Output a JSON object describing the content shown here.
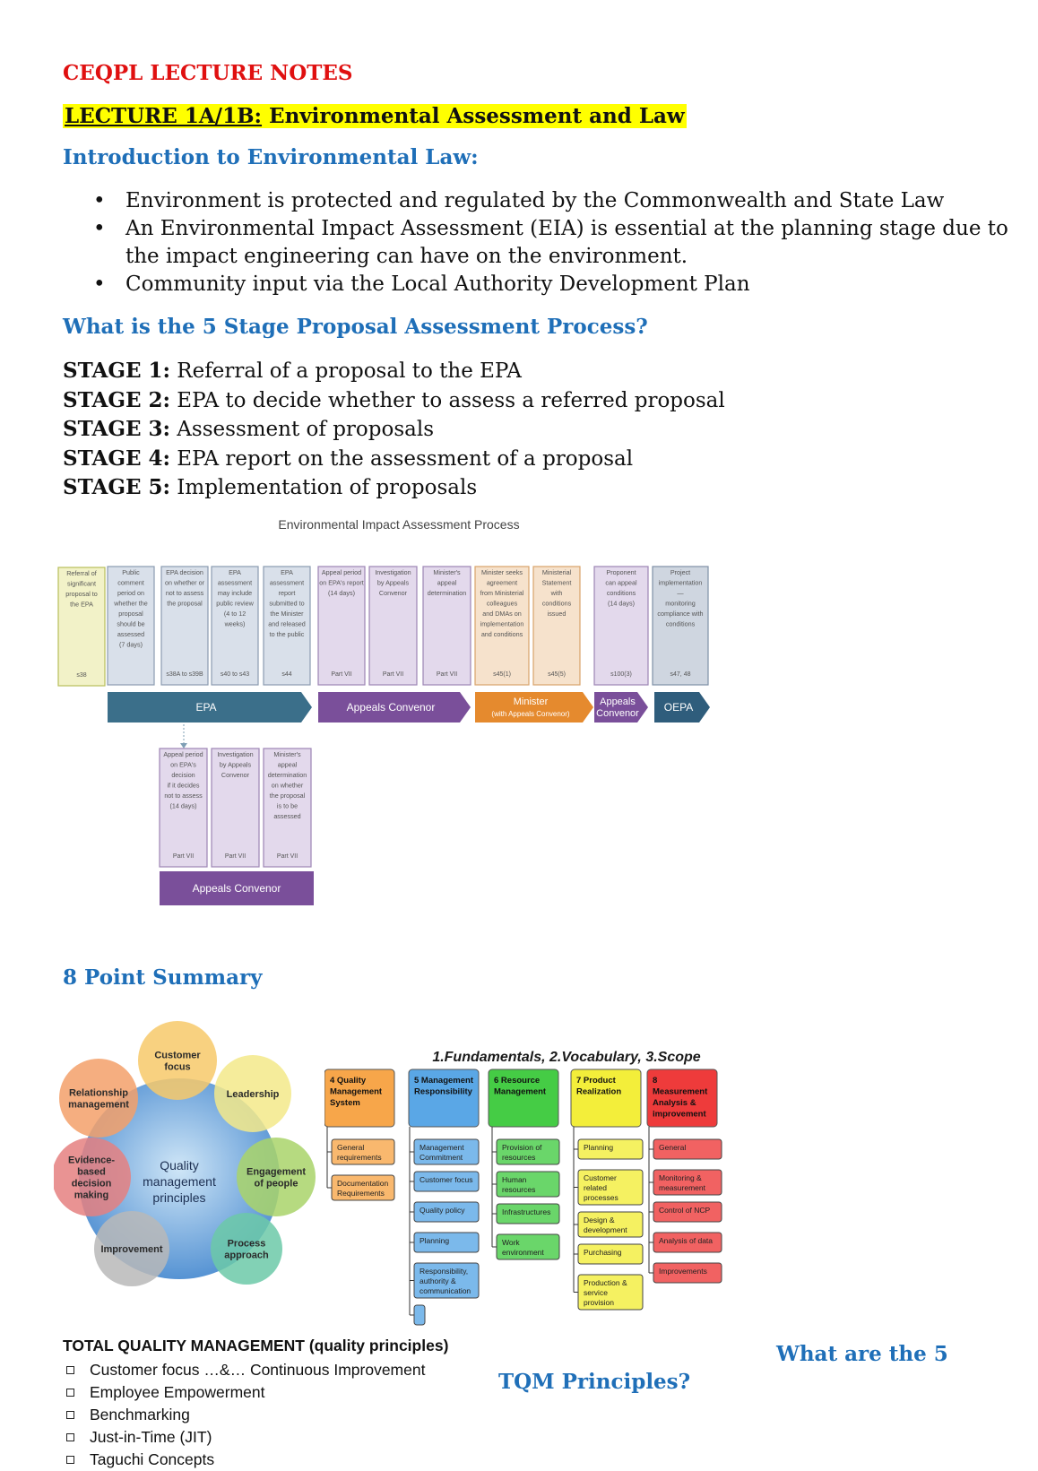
{
  "header": {
    "doc_title": "CEQPL LECTURE NOTES",
    "lecture_label": "LECTURE 1A/1B:",
    "lecture_title": " Environmental Assessment and Law"
  },
  "intro": {
    "heading": "Introduction to Environmental Law:",
    "bullets": [
      "Environment is protected and regulated by the Commonwealth and State Law",
      "An Environmental Impact Assessment (EIA) is essential at the planning stage due to the impact engineering can have on the environment.",
      "Community input via the Local Authority Development Plan"
    ],
    "bullet_glyph": "•"
  },
  "stages": {
    "heading": "What is the 5 Stage Proposal Assessment Process?",
    "items": [
      {
        "label": "STAGE 1:",
        "text": " Referral of a proposal to the EPA"
      },
      {
        "label": "STAGE 2:",
        "text": " EPA to decide whether to assess a referred proposal"
      },
      {
        "label": "STAGE 3:",
        "text": " Assessment of proposals"
      },
      {
        "label": "STAGE 4:",
        "text": " EPA report on the assessment of a proposal"
      },
      {
        "label": "STAGE 5:",
        "text": " Implementation of proposals"
      }
    ]
  },
  "eia_diagram": {
    "title": "Environmental Impact Assessment Process",
    "boxes": [
      {
        "text": [
          "Referral of",
          "significant",
          "proposal to",
          "the EPA"
        ],
        "foot": "s38",
        "fill": "#f2f2c8",
        "stroke": "#b8bf5a"
      },
      {
        "text": [
          "Public",
          "comment",
          "period on",
          "whether the",
          "proposal",
          "should be",
          "assessed",
          "(7 days)"
        ],
        "foot": "",
        "fill": "#d9e0ea",
        "stroke": "#8a9bb0"
      },
      {
        "text": [
          "EPA decision",
          "on whether or",
          "not to assess",
          "the proposal"
        ],
        "foot": "s38A to s39B",
        "fill": "#d9e0ea",
        "stroke": "#8a9bb0"
      },
      {
        "text": [
          "EPA",
          "assessment",
          "may include",
          "public review",
          "(4 to 12",
          "weeks)"
        ],
        "foot": "s40 to s43",
        "fill": "#d9e0ea",
        "stroke": "#8a9bb0"
      },
      {
        "text": [
          "EPA",
          "assessment",
          "report",
          "submitted to",
          "the Minister",
          "and released",
          "to the public"
        ],
        "foot": "s44",
        "fill": "#d9e0ea",
        "stroke": "#8a9bb0"
      },
      {
        "text": [
          "Appeal period",
          "on EPA's report",
          "(14 days)"
        ],
        "foot": "Part VII",
        "fill": "#e3d9ec",
        "stroke": "#9c84b4"
      },
      {
        "text": [
          "Investigation",
          "by Appeals",
          "Convenor"
        ],
        "foot": "Part VII",
        "fill": "#e3d9ec",
        "stroke": "#9c84b4"
      },
      {
        "text": [
          "Minister's",
          "appeal",
          "determination"
        ],
        "foot": "Part VII",
        "fill": "#e3d9ec",
        "stroke": "#9c84b4"
      },
      {
        "text": [
          "Minister seeks",
          "agreement",
          "from Ministerial",
          "colleagues",
          "and DMAs on",
          "implementation",
          "and conditions"
        ],
        "foot": "s45(1)",
        "fill": "#f6e2cc",
        "stroke": "#d9a36a"
      },
      {
        "text": [
          "Ministerial",
          "Statement",
          "with",
          "conditions",
          "issued"
        ],
        "foot": "s45(5)",
        "fill": "#f6e2cc",
        "stroke": "#d9a36a"
      },
      {
        "text": [
          "Proponent",
          "can appeal",
          "conditions",
          "(14 days)"
        ],
        "foot": "s100(3)",
        "fill": "#e3d9ec",
        "stroke": "#9c84b4"
      },
      {
        "text": [
          "Project",
          "implementation",
          "—",
          "monitoring",
          "compliance with",
          "conditions"
        ],
        "foot": "s47, 48",
        "fill": "#cfd6e0",
        "stroke": "#7f8fa6"
      }
    ],
    "arrows": [
      {
        "label": "EPA",
        "sub": "",
        "fill": "#3b6f8a"
      },
      {
        "label": "Appeals Convenor",
        "sub": "",
        "fill": "#7a4f9a"
      },
      {
        "label": "Minister",
        "sub": "(with Appeals Convenor)",
        "fill": "#e58a2e"
      },
      {
        "label": "Appeals",
        "sub": "Convenor",
        "fill": "#7a4f9a"
      },
      {
        "label": "OEPA",
        "sub": "",
        "fill": "#2f5d7c"
      }
    ],
    "lower_boxes": [
      {
        "text": [
          "Appeal period",
          "on EPA's",
          "decision",
          "if it decides",
          "not to assess",
          "(14 days)"
        ],
        "foot": "Part VII"
      },
      {
        "text": [
          "Investigation",
          "by Appeals",
          "Convenor"
        ],
        "foot": "Part VII"
      },
      {
        "text": [
          "Minister's",
          "appeal",
          "determination",
          "on whether",
          "the proposal",
          "is to be",
          "assessed"
        ],
        "foot": "Part VII"
      }
    ],
    "lower_bar": {
      "label": "Appeals Convenor",
      "fill": "#7a4f9a"
    }
  },
  "summary": {
    "heading": "8 Point Summary"
  },
  "qm_principles": {
    "center": [
      "Quality",
      "management",
      "principles"
    ],
    "petals": [
      {
        "label": [
          "Customer",
          "focus"
        ],
        "color": "#f7c96a"
      },
      {
        "label": [
          "Leadership"
        ],
        "color": "#f3e98a"
      },
      {
        "label": [
          "Engagement",
          "of people"
        ],
        "color": "#a9d36a"
      },
      {
        "label": [
          "Process",
          "approach"
        ],
        "color": "#6cc9a8"
      },
      {
        "label": [
          "Improvement"
        ],
        "color": "#b9b9b9"
      },
      {
        "label": [
          "Evidence-",
          "based",
          "decision",
          "making"
        ],
        "color": "#e58080"
      },
      {
        "label": [
          "Relationship",
          "management"
        ],
        "color": "#f3a06a"
      }
    ]
  },
  "iso_chart": {
    "top_label": "1.Fundamentals,   2.Vocabulary,   3.Scope",
    "columns": [
      {
        "header": [
          "4 Quality",
          "Management",
          "System"
        ],
        "color": "#f7a64a",
        "items": [
          [
            "General",
            "requirements"
          ],
          [
            "Documentation",
            "Requirements"
          ]
        ]
      },
      {
        "header": [
          "5 Management",
          "Responsibility"
        ],
        "color": "#5aa7e6",
        "items": [
          [
            "Management",
            "Commitment"
          ],
          [
            "Customer focus"
          ],
          [
            "Quality policy"
          ],
          [
            "Planning"
          ],
          [
            "Responsibility,",
            "authority &",
            "communication"
          ],
          [
            ""
          ]
        ]
      },
      {
        "header": [
          "6 Resource",
          "Management"
        ],
        "color": "#45cc45",
        "items": [
          [
            "Provision of",
            "resources"
          ],
          [
            "Human",
            "resources"
          ],
          [
            "Infrastructures"
          ],
          [
            "Work",
            "environment"
          ]
        ]
      },
      {
        "header": [
          "7  Product",
          "Realization"
        ],
        "color": "#f3ee3a",
        "items": [
          [
            "Planning"
          ],
          [
            "Customer",
            "related",
            "processes"
          ],
          [
            "Design &",
            "development"
          ],
          [
            "Purchasing"
          ],
          [
            "Production &",
            "service",
            "provision"
          ]
        ]
      },
      {
        "header": [
          "8",
          "Measurement",
          "Analysis &",
          "improvement"
        ],
        "color": "#ee3b3b",
        "items": [
          [
            "General"
          ],
          [
            "Monitoring &",
            "measurement"
          ],
          [
            "Control of NCP"
          ],
          [
            "Analysis of data"
          ],
          [
            "Improvements"
          ]
        ]
      }
    ]
  },
  "tqm": {
    "title": "TOTAL QUALITY MANAGEMENT (quality principles)",
    "items": [
      "Customer focus …&… Continuous Improvement",
      "Employee Empowerment",
      "Benchmarking",
      "Just-in-Time (JIT)",
      "Taguchi Concepts"
    ],
    "question_part1": "What are the 5",
    "question_part2": "TQM Principles?"
  }
}
